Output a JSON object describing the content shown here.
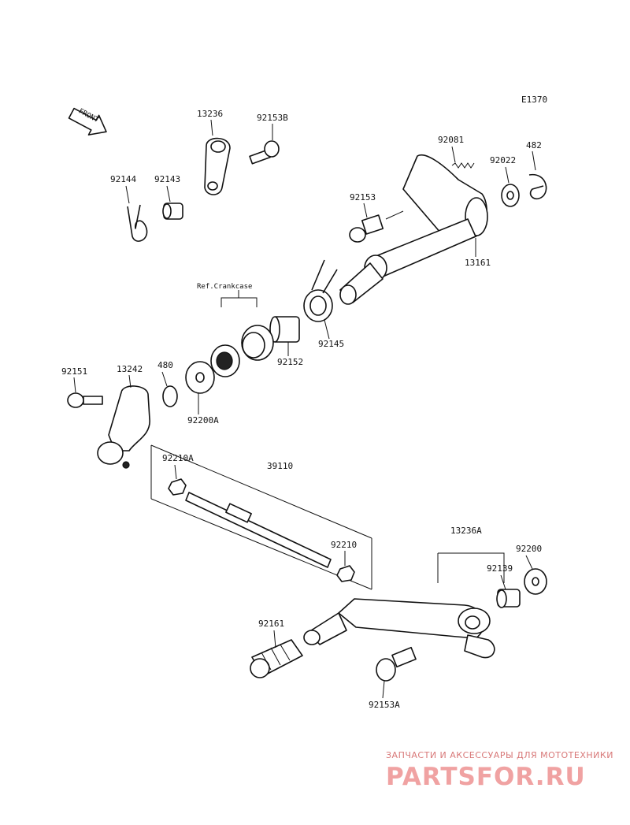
{
  "diagram": {
    "code": "E1370",
    "front_label": "FRONT",
    "ref_label": "Ref.Crankcase",
    "parts": [
      "13236",
      "92153B",
      "92144",
      "92143",
      "92081",
      "482",
      "92022",
      "92153",
      "13161",
      "92145",
      "92152",
      "92151",
      "13242",
      "480",
      "92200A",
      "92210A",
      "39110",
      "92210",
      "13236A",
      "92200",
      "92139",
      "92161",
      "92153A"
    ]
  },
  "watermark": {
    "line1": "ЗАПЧАСТИ И АКСЕССУАРЫ ДЛЯ МОТОТЕХНИКИ",
    "logo": "PARTSFOR.RU"
  }
}
